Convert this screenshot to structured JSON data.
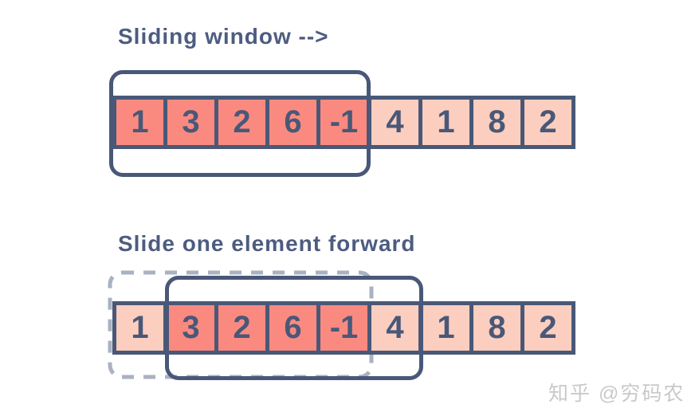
{
  "colors": {
    "navy": "#495878",
    "title": "#4D5C80",
    "salmon_dark": "#FA8A80",
    "salmon_light": "#FCCEBF",
    "dashed_gray": "#A9B2C1",
    "watermark_gray": "#C9C9C9",
    "bg": "#FFFFFF"
  },
  "diagram1": {
    "title": "Sliding window -->",
    "cells": [
      {
        "value": "1",
        "highlighted": true
      },
      {
        "value": "3",
        "highlighted": true
      },
      {
        "value": "2",
        "highlighted": true
      },
      {
        "value": "6",
        "highlighted": true
      },
      {
        "value": "-1",
        "highlighted": true
      },
      {
        "value": "4",
        "highlighted": false
      },
      {
        "value": "1",
        "highlighted": false
      },
      {
        "value": "8",
        "highlighted": false
      },
      {
        "value": "2",
        "highlighted": false
      }
    ],
    "window": {
      "start_index": 0,
      "end_index": 4
    }
  },
  "diagram2": {
    "title": "Slide one element forward",
    "cells": [
      {
        "value": "1",
        "highlighted": false
      },
      {
        "value": "3",
        "highlighted": true
      },
      {
        "value": "2",
        "highlighted": true
      },
      {
        "value": "6",
        "highlighted": true
      },
      {
        "value": "-1",
        "highlighted": true
      },
      {
        "value": "4",
        "highlighted": false
      },
      {
        "value": "1",
        "highlighted": false
      },
      {
        "value": "8",
        "highlighted": false
      },
      {
        "value": "2",
        "highlighted": false
      }
    ],
    "window": {
      "start_index": 1,
      "end_index": 5
    },
    "previous_window": {
      "start_index": 0,
      "end_index": 4
    }
  },
  "watermark": "知乎 @穷码农"
}
